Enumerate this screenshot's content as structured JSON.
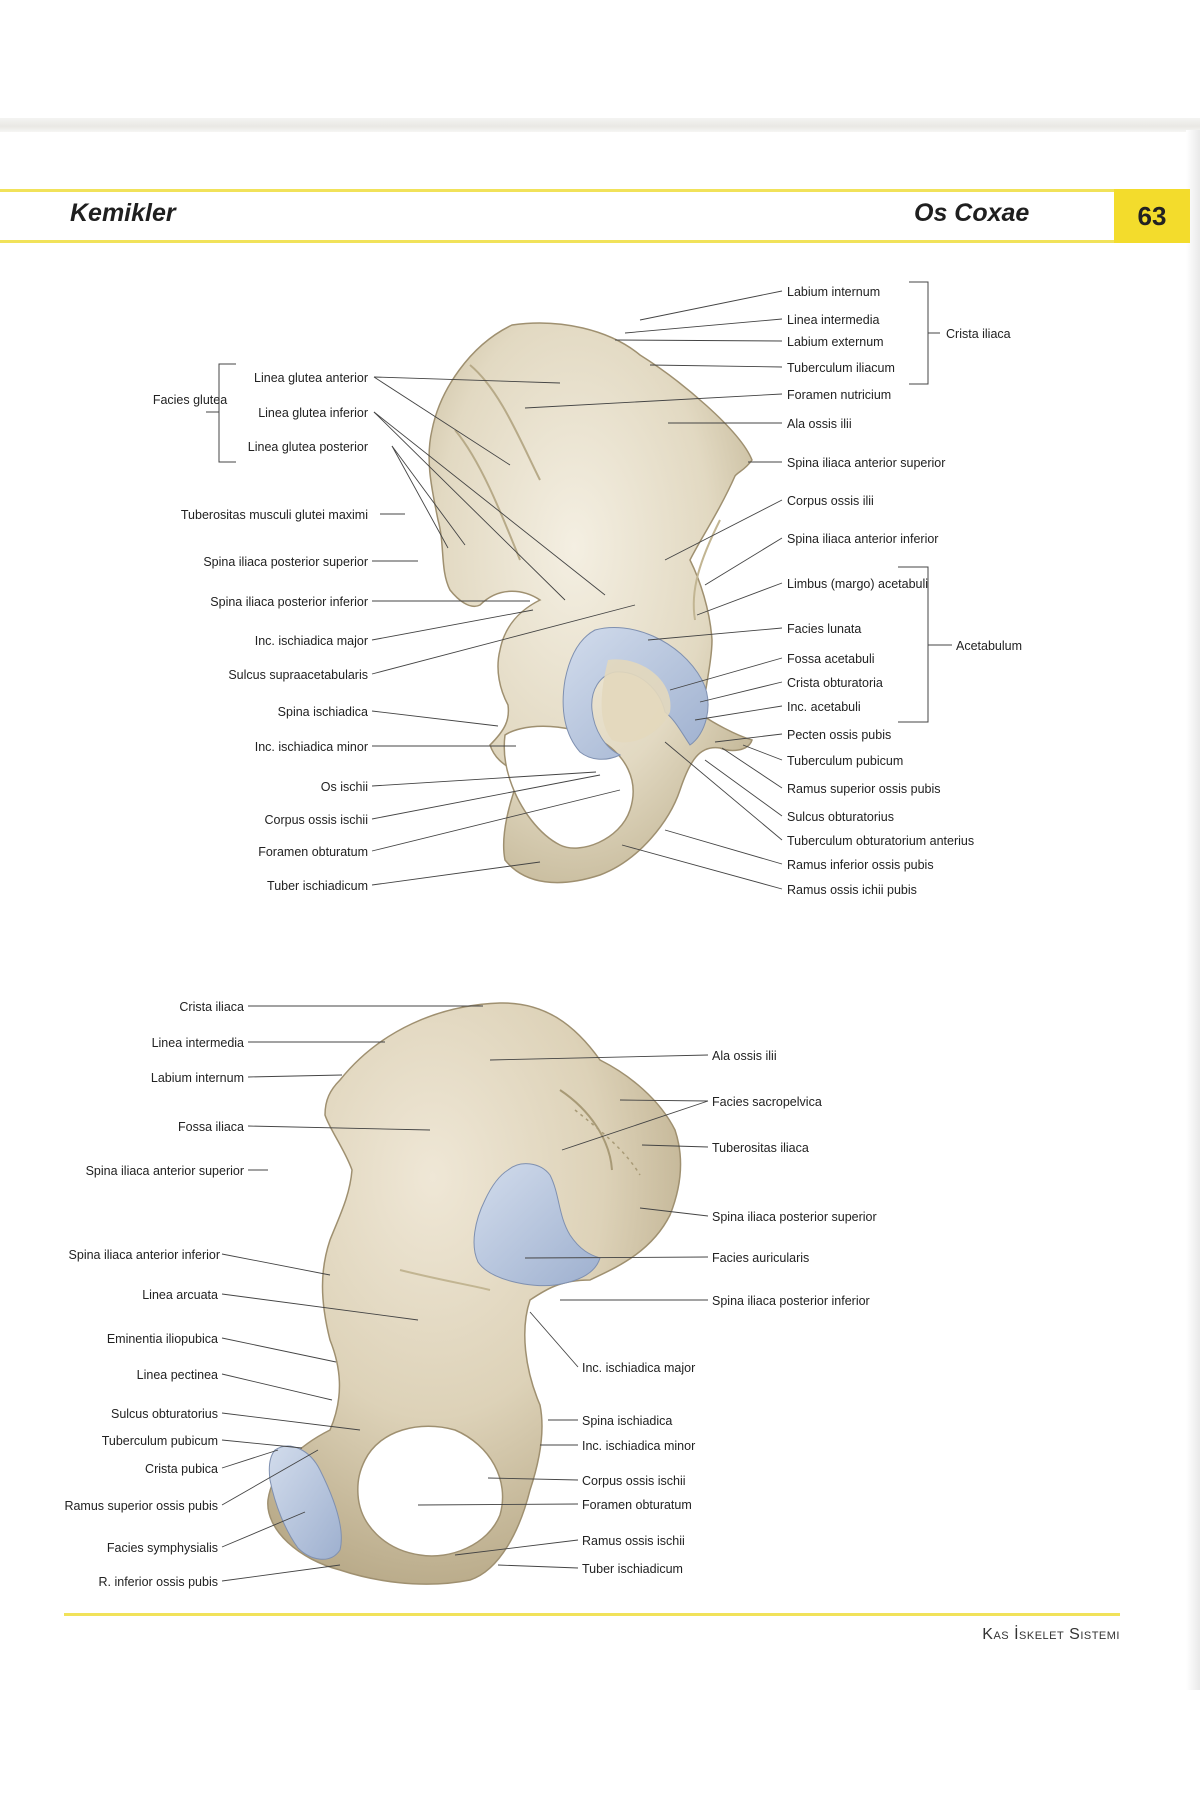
{
  "header": {
    "chapter": "Kemikler",
    "section": "Os Coxae",
    "page_number": "63"
  },
  "footer": {
    "text": "Kas İskelet Sistemi"
  },
  "figure_top": {
    "left_group": "Facies glutea",
    "left_labels": [
      "Linea glutea anterior",
      "Linea glutea inferior",
      "Linea glutea posterior",
      "Tuberositas musculi glutei maximi",
      "Spina iliaca posterior superior",
      "Spina iliaca posterior inferior",
      "Inc. ischiadica major",
      "Sulcus supraacetabularis",
      "Spina ischiadica",
      "Inc. ischiadica minor",
      "Os ischii",
      "Corpus ossis ischii",
      "Foramen obturatum",
      "Tuber ischiadicum"
    ],
    "right_labels": [
      "Labium internum",
      "Linea intermedia",
      "Labium externum",
      "Tuberculum iliacum",
      "Foramen nutricium",
      "Ala ossis ilii",
      "Spina iliaca anterior superior",
      "Corpus ossis ilii",
      "Spina iliaca anterior inferior",
      "Limbus (margo) acetabuli",
      "Facies lunata",
      "Fossa acetabuli",
      "Crista obturatoria",
      "Inc. acetabuli",
      "Pecten ossis pubis",
      "Tuberculum pubicum",
      "Ramus superior ossis pubis",
      "Sulcus obturatorius",
      "Tuberculum obturatorium anterius",
      "Ramus inferior ossis pubis",
      "Ramus ossis ichii pubis"
    ],
    "group_crista": "Crista iliaca",
    "group_acetabulum": "Acetabulum"
  },
  "figure_bottom": {
    "left_labels": [
      "Crista iliaca",
      "Linea intermedia",
      "Labium internum",
      "Fossa iliaca",
      "Spina iliaca anterior superior",
      "Spina iliaca anterior inferior",
      "Linea arcuata",
      "Eminentia iliopubica",
      "Linea pectinea",
      "Sulcus obturatorius",
      "Tuberculum pubicum",
      "Crista pubica",
      "Ramus superior ossis pubis",
      "Facies symphysialis",
      "R. inferior ossis pubis"
    ],
    "right_labels": [
      "Ala ossis ilii",
      "Facies sacropelvica",
      "Tuberositas iliaca",
      "Spina iliaca posterior superior",
      "Facies auricularis",
      "Spina iliaca posterior inferior",
      "Inc. ischiadica major",
      "Spina ischiadica",
      "Inc. ischiadica minor",
      "Corpus ossis ischii",
      "Foramen obturatum",
      "Ramus ossis ischii",
      "Tuber ischiadicum"
    ]
  },
  "colors": {
    "accent_yellow": "#f3dc2c",
    "bone": "#e4ddc9",
    "bone_shadow": "#b8ab8a",
    "cartilage": "#b7c6df"
  }
}
